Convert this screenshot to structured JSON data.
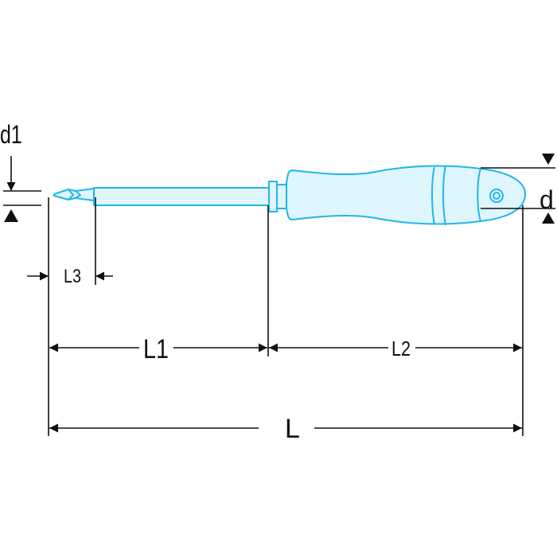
{
  "diagram": {
    "labels": {
      "d1": "d1",
      "d": "d",
      "L3": "L3",
      "L1": "L1",
      "L2": "L2",
      "L": "L"
    },
    "colors": {
      "tool_fill": "#dff6ff",
      "tool_stroke": "#21b6e8",
      "ink": "#111111"
    }
  }
}
